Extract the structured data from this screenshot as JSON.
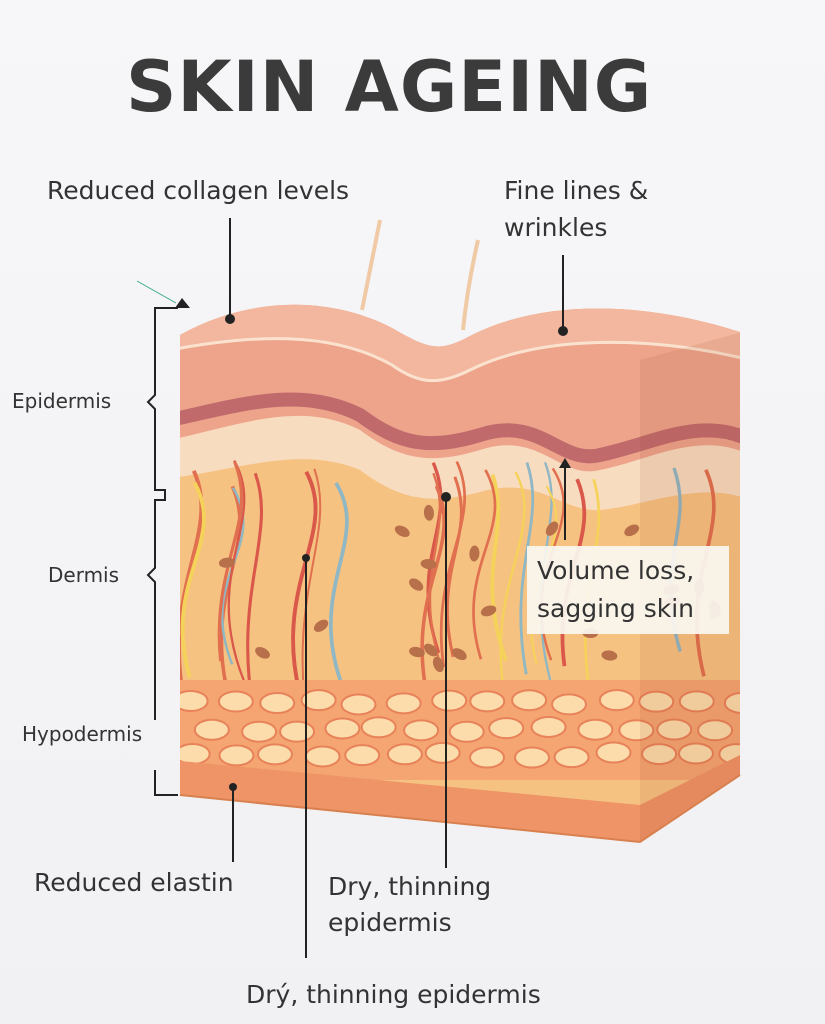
{
  "title": "SKIN AGEING",
  "layers": {
    "epidermis": "Epidermis",
    "dermis": "Dermis",
    "hypodermis": "Hypodermis"
  },
  "callouts": {
    "collagen": "Reduced collagen levels",
    "fine_lines_1": "Fine lines &",
    "fine_lines_2": "wrinkles",
    "volume_1": "Volume loss,",
    "volume_2": "sagging skin",
    "elastin": "Reduced elastin",
    "dry_1": "Dry, thinning",
    "dry_2": "epidermis",
    "dry_bottom": "Drý, thinning epidermis"
  },
  "colors": {
    "surface": "#f2b79e",
    "epidermis": "#eda48b",
    "basal_line": "#c06a6c",
    "dermis": "#f6c282",
    "hypodermis": "#f4a571",
    "fat_cell": "#fbdcaa",
    "base": "#ee9466"
  }
}
